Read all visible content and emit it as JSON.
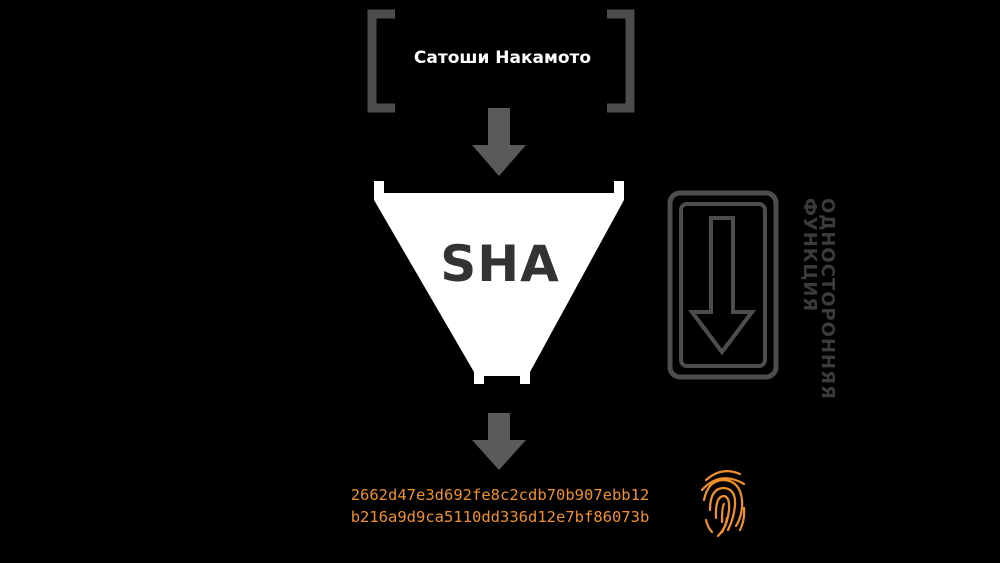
{
  "input": {
    "text": "Сатоши Накамото"
  },
  "hash_function": {
    "label": "SHA"
  },
  "output": {
    "hash_line_1": "2662d47e3d692fe8c2cdb70b907ebb12",
    "hash_line_2": "b216a9d9ca5110dd336d12e7bf86073b"
  },
  "side": {
    "label_line_1": "ОДНОСТОРОННЯЯ",
    "label_line_2": "ФУНКЦИЯ"
  },
  "icons": {
    "fingerprint": "fingerprint-icon",
    "one_way_arrow": "arrow-down-icon"
  },
  "colors": {
    "background": "#000000",
    "hash_text": "#f0902a",
    "arrows": "#5a5a5a",
    "funnel": "#ffffff",
    "side_label": "#3b3b3b"
  }
}
